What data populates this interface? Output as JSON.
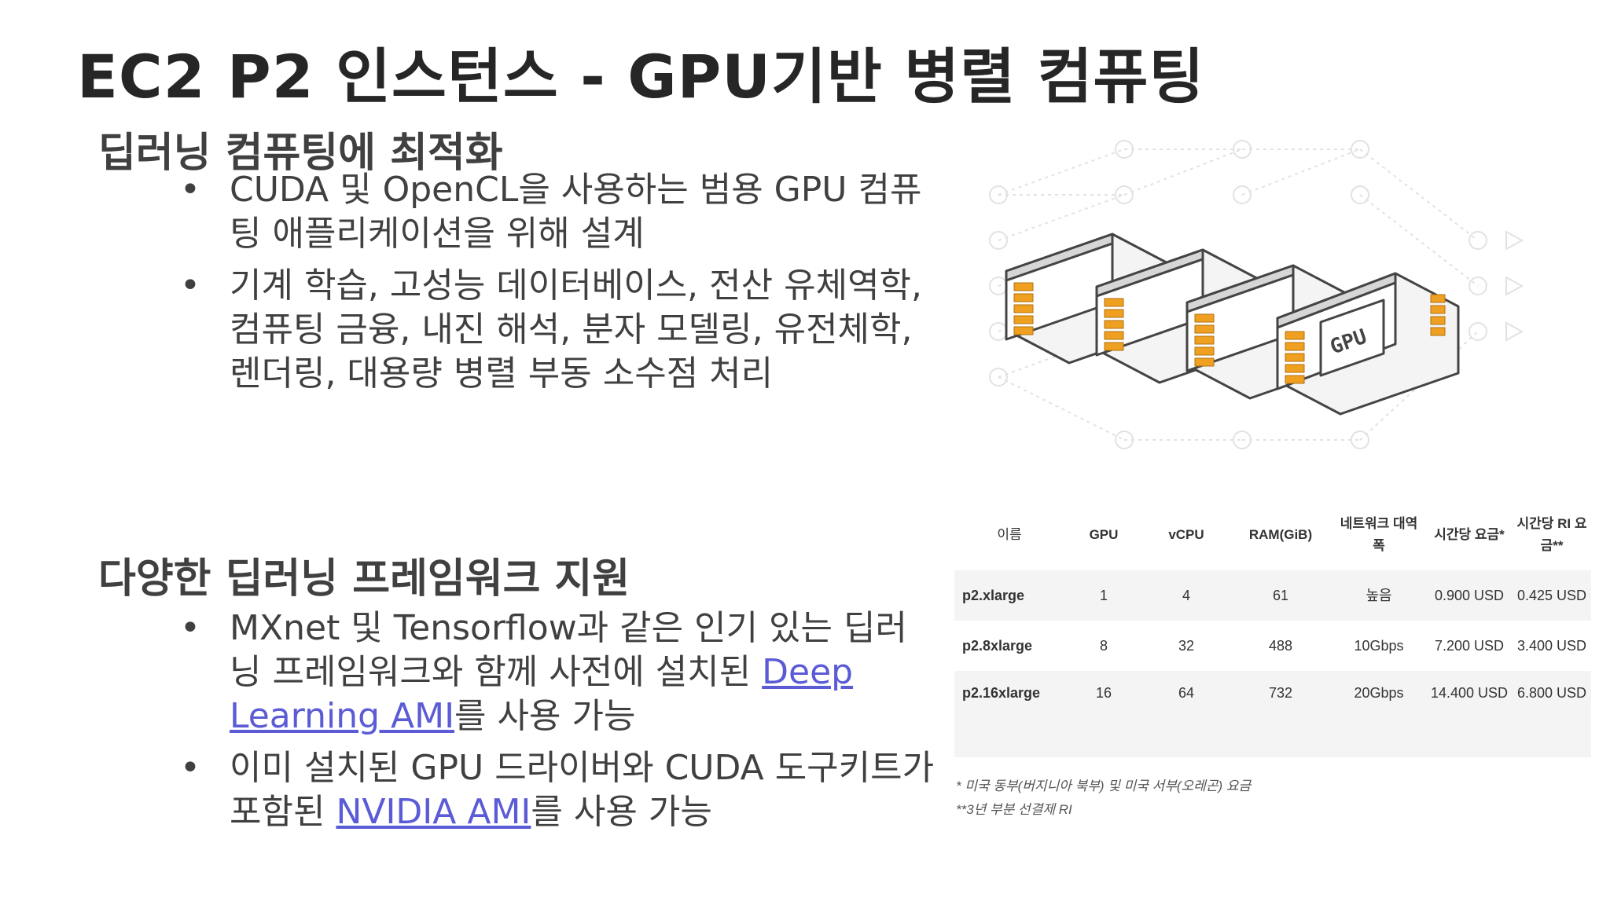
{
  "title": "EC2 P2 인스턴스 - GPU기반 병렬 컴퓨팅",
  "sections": [
    {
      "heading": "딥러닝 컴퓨팅에 최적화",
      "bullets": [
        {
          "text": "CUDA 및 OpenCL을 사용하는 범용 GPU 컴퓨팅 애플리케이션을 위해 설계"
        },
        {
          "text": "기계 학습, 고성능 데이터베이스, 전산 유체역학, 컴퓨팅 금융, 내진 해석, 분자 모델링, 유전체학, 렌더링, 대용량 병렬 부동 소수점 처리"
        }
      ]
    },
    {
      "heading": "다양한 딥러닝 프레임워크 지원",
      "bullets": [
        {
          "before": "MXnet 및 Tensorflow과 같은 인기 있는 딥러닝 프레임워크와 함께 사전에 설치된 ",
          "link": "Deep Learning AMI",
          "after": "를 사용 가능"
        },
        {
          "before": "이미 설치된 GPU 드라이버와 CUDA 도구키트가 포함된 ",
          "link": "NVIDIA AMI",
          "after": "를 사용 가능"
        }
      ]
    }
  ],
  "bullet_glyph": "•",
  "illustration": {
    "gpu_label": "GPU",
    "icon": "gpu-cards-neural-network-illustration",
    "accent": "#f0a020"
  },
  "table": {
    "headers": [
      "이름",
      "GPU",
      "vCPU",
      "RAM(GiB)",
      "네트워크 대역폭",
      "시간당 요금*",
      "시간당 RI 요금**"
    ],
    "rows": [
      [
        "p2.xlarge",
        "1",
        "4",
        "61",
        "높음",
        "0.900 USD",
        "0.425 USD"
      ],
      [
        "p2.8xlarge",
        "8",
        "32",
        "488",
        "10Gbps",
        "7.200 USD",
        "3.400 USD"
      ],
      [
        "p2.16xlarge",
        "16",
        "64",
        "732",
        "20Gbps",
        "14.400 USD",
        "6.800 USD"
      ]
    ]
  },
  "footnotes": [
    "* 미국 동부(버지니아 북부) 및 미국 서부(오레곤) 요금",
    "**3년 부분 선결제 RI"
  ],
  "colors": {
    "link": "#5b5bd6",
    "title": "#262626",
    "body": "#404040"
  }
}
